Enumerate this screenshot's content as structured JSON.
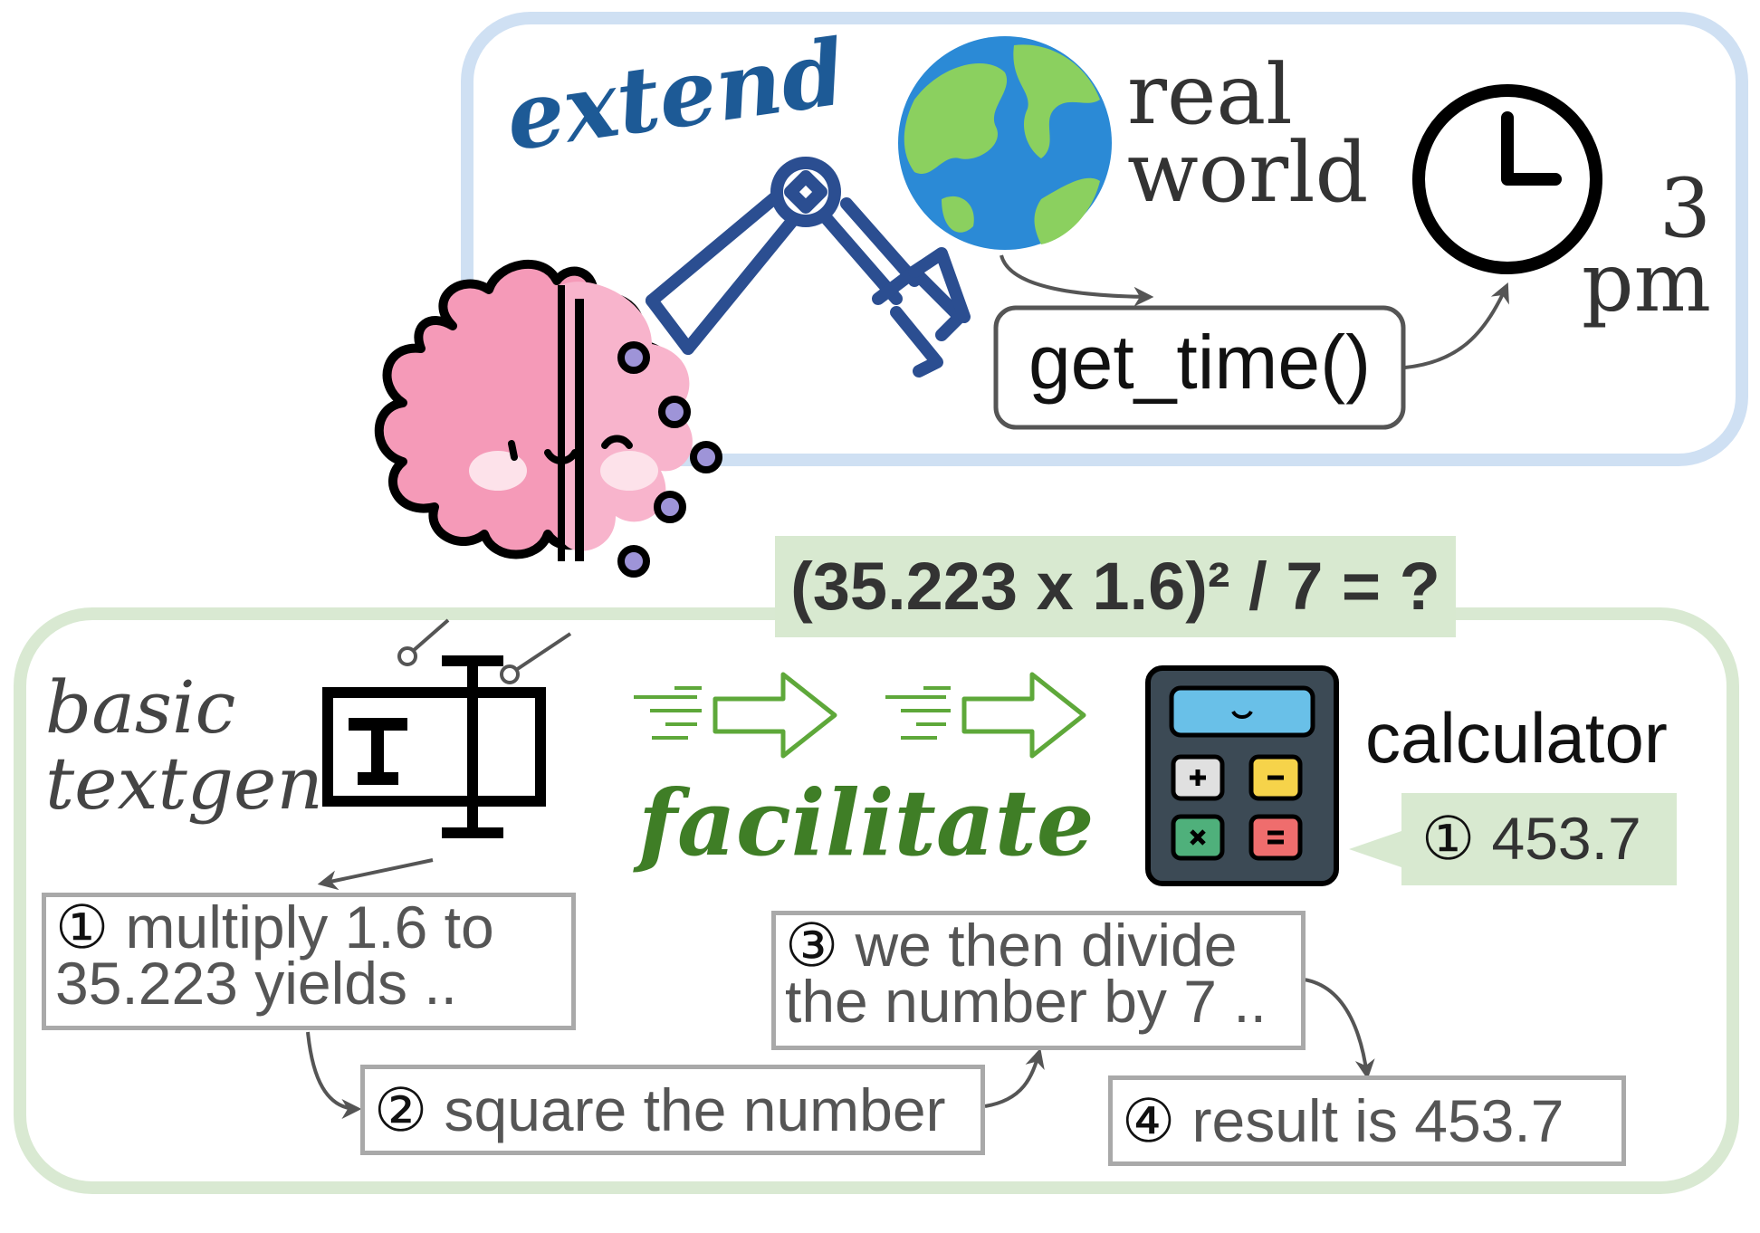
{
  "extend": {
    "label": "extend",
    "world_label": [
      "real",
      "world"
    ],
    "function_call": "get_time()",
    "result": [
      "3",
      "pm"
    ]
  },
  "facilitate": {
    "label": "facilitate",
    "query": "(35.223 x 1.6)² / 7 = ?",
    "model_label": [
      "basic",
      "textgen"
    ],
    "tool_label": "calculator",
    "tool_output_num": "①",
    "tool_output_value": "453.7",
    "steps": [
      {
        "num": "①",
        "lines": [
          "multiply 1.6 to",
          "35.223 yields .."
        ]
      },
      {
        "num": "②",
        "lines": [
          "square the number"
        ]
      },
      {
        "num": "③",
        "lines": [
          "we then divide",
          "the number by 7 .."
        ]
      },
      {
        "num": "④",
        "lines": [
          "result is 453.7"
        ]
      }
    ]
  },
  "icons": [
    "brain-icon",
    "robot-arm-icon",
    "globe-icon",
    "clock-icon",
    "text-cursor-icon",
    "calculator-icon",
    "speed-arrow-icon"
  ],
  "colors": {
    "extend_border": "#cfe0f3",
    "extend_text": "#1d5a96",
    "facilitate_border": "#d9e9d2",
    "facilitate_text": "#3f7e26",
    "query_bg": "#d8e9d0",
    "brain_pink": "#f59ab8",
    "arm_blue": "#2b4e91",
    "globe_blue": "#2b8ad6",
    "globe_green": "#8bd05f"
  }
}
